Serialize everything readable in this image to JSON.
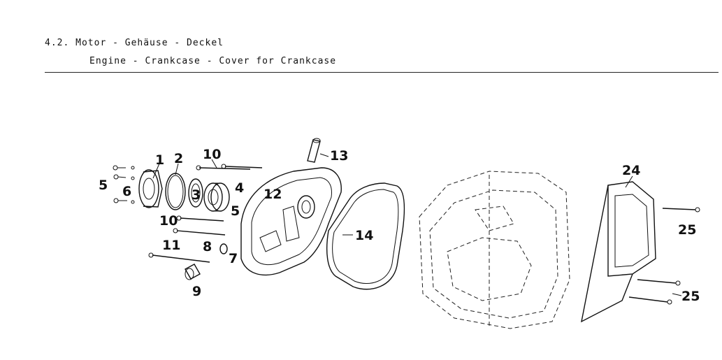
{
  "header": {
    "title_de": "4.2. Motor - Gehäuse - Deckel",
    "title_en": "Engine - Crankcase - Cover for Crankcase"
  },
  "callouts": [
    {
      "id": "c1",
      "label": "1"
    },
    {
      "id": "c2",
      "label": "2"
    },
    {
      "id": "c3",
      "label": "3"
    },
    {
      "id": "c4",
      "label": "4"
    },
    {
      "id": "c5a",
      "label": "5"
    },
    {
      "id": "c5b",
      "label": "5"
    },
    {
      "id": "c6",
      "label": "6"
    },
    {
      "id": "c7",
      "label": "7"
    },
    {
      "id": "c8",
      "label": "8"
    },
    {
      "id": "c9",
      "label": "9"
    },
    {
      "id": "c10a",
      "label": "10"
    },
    {
      "id": "c10b",
      "label": "10"
    },
    {
      "id": "c11",
      "label": "11"
    },
    {
      "id": "c12",
      "label": "12"
    },
    {
      "id": "c13",
      "label": "13"
    },
    {
      "id": "c14",
      "label": "14"
    },
    {
      "id": "c24",
      "label": "24"
    },
    {
      "id": "c25a",
      "label": "25"
    },
    {
      "id": "c25b",
      "label": "25"
    }
  ]
}
